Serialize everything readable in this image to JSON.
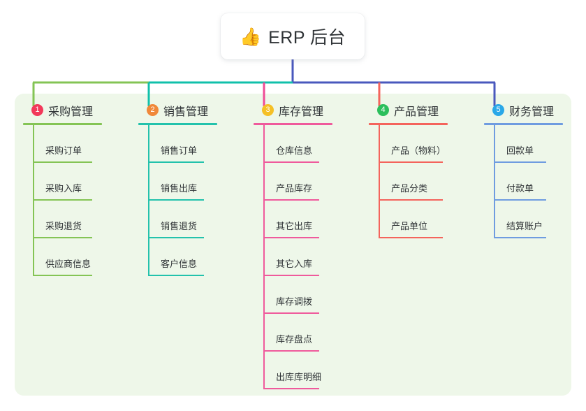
{
  "root": {
    "icon": "thumbs-up-icon",
    "emoji": "👍",
    "title": "ERP 后台"
  },
  "theme": {
    "panel_bg": "#eef7e9",
    "page_bg": "#ffffff",
    "text": "#2f3336",
    "root_connector": "#4a58bd"
  },
  "columns": [
    {
      "id": "purchase",
      "number": "1",
      "title": "采购管理",
      "badge_color": "#f2395a",
      "line_color": "#84c455",
      "bus_color": "#84c455",
      "items": [
        {
          "label": "采购订单"
        },
        {
          "label": "采购入库"
        },
        {
          "label": "采购退货"
        },
        {
          "label": "供应商信息"
        }
      ]
    },
    {
      "id": "sales",
      "number": "2",
      "title": "销售管理",
      "badge_color": "#f0883a",
      "line_color": "#23c2ac",
      "bus_color": "#11c0ab",
      "items": [
        {
          "label": "销售订单"
        },
        {
          "label": "销售出库"
        },
        {
          "label": "销售退货"
        },
        {
          "label": "客户信息"
        }
      ]
    },
    {
      "id": "inventory",
      "number": "3",
      "title": "库存管理",
      "badge_color": "#f5c026",
      "line_color": "#ef5a9c",
      "bus_color": "#ef4b96",
      "items": [
        {
          "label": "仓库信息"
        },
        {
          "label": "产品库存"
        },
        {
          "label": "其它出库"
        },
        {
          "label": "其它入库"
        },
        {
          "label": "库存调拨"
        },
        {
          "label": "库存盘点"
        },
        {
          "label": "出库库明细"
        }
      ]
    },
    {
      "id": "product",
      "number": "4",
      "title": "产品管理",
      "badge_color": "#2bbf5c",
      "line_color": "#f4645c",
      "bus_color": "#f4645c",
      "items": [
        {
          "label": "产品（物料）"
        },
        {
          "label": "产品分类"
        },
        {
          "label": "产品单位"
        }
      ]
    },
    {
      "id": "finance",
      "number": "5",
      "title": "财务管理",
      "badge_color": "#2aa8e8",
      "line_color": "#6f9ce0",
      "bus_color": "#4a58bd",
      "items": [
        {
          "label": "回款单"
        },
        {
          "label": "付款单"
        },
        {
          "label": "结算账户"
        }
      ]
    }
  ]
}
